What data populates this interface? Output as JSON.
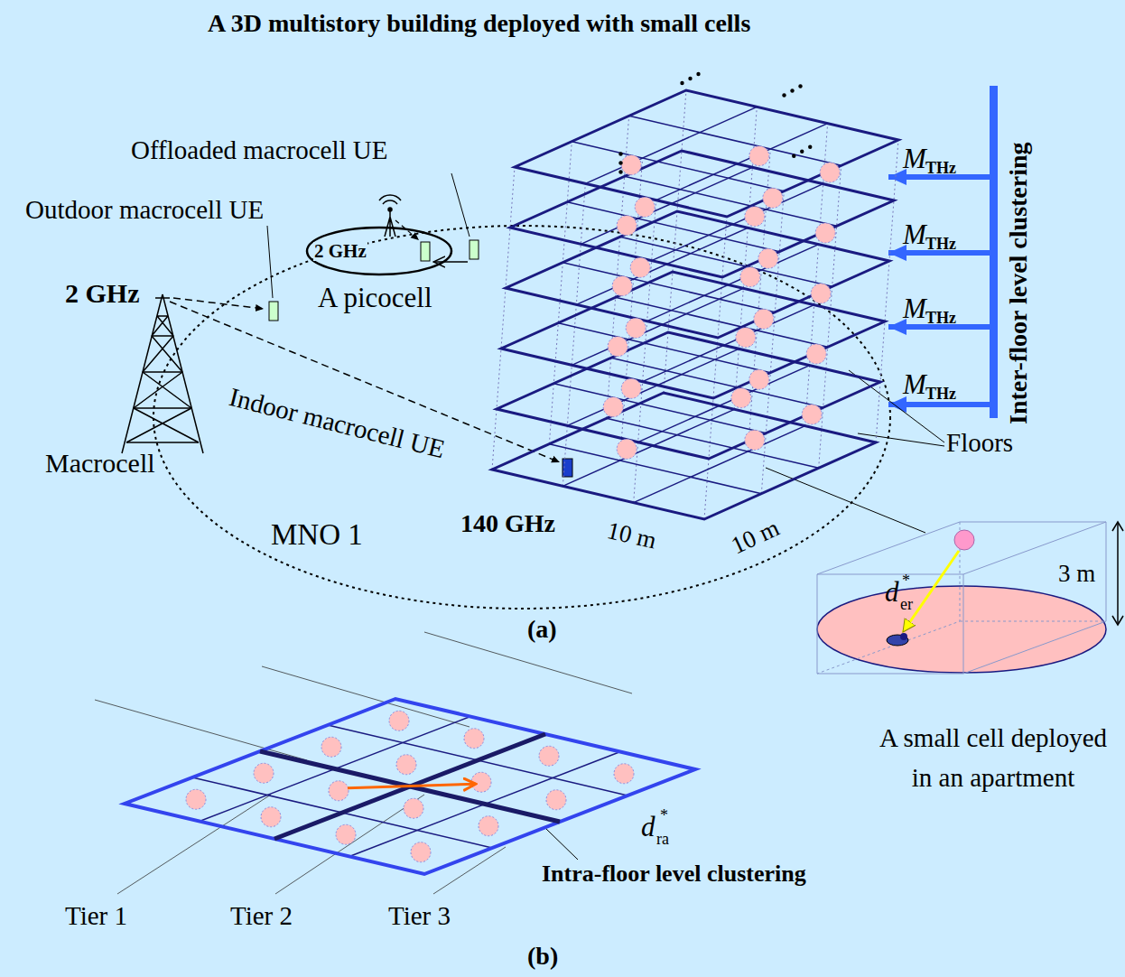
{
  "diagram": {
    "title": "A 3D multistory building deployed with small cells",
    "nodes": [
      {
        "text": [
          "2 GHz",
          "A picocell"
        ]
      }
    ],
    "labels": [
      "Offloaded macrocell UE",
      "Outdoor macrocell UE",
      "2 GHz",
      "Macrocell",
      "Indoor macrocell UE",
      "MNO 1",
      "140 GHz",
      "10 m",
      "10 m",
      "M",
      "THz",
      "M",
      "THz",
      "M",
      "THz",
      "M",
      "THz",
      "Inter-floor level clustering",
      "Floors",
      "3 m",
      "d",
      "er",
      "*",
      "A small cell deployed in an apartment",
      "(a)",
      "Tier 1",
      "Tier 2",
      "Tier 3",
      "d",
      "ra",
      "*",
      "Intra-floor level clustering",
      "(b)"
    ]
  }
}
